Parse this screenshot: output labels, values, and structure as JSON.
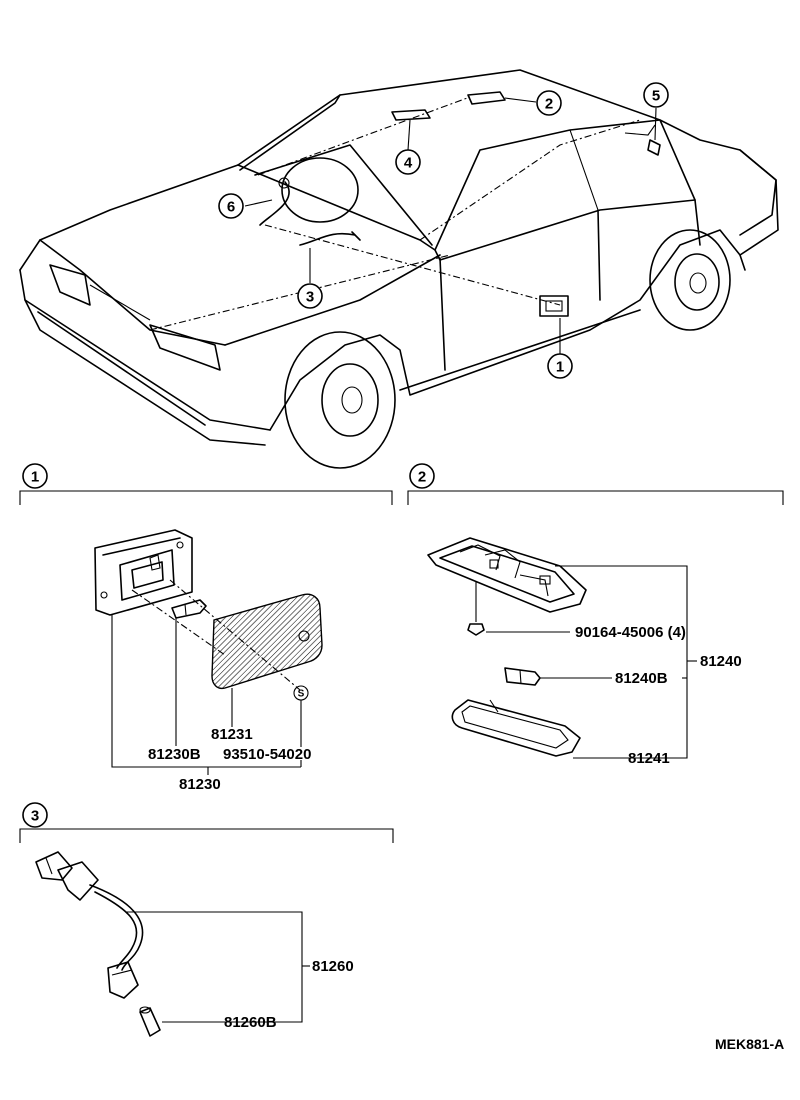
{
  "callouts": {
    "c1": "1",
    "c2": "2",
    "c3": "3",
    "c4": "4",
    "c5": "5",
    "c6": "6"
  },
  "sections": {
    "s1": "1",
    "s2": "2",
    "s3": "3"
  },
  "parts": {
    "p81231": "81231",
    "p81230B": "81230B",
    "p93510": "93510-54020",
    "p81230": "81230",
    "screw_s": "S",
    "p90164": "90164-45006 (4)",
    "p81240B": "81240B",
    "p81240": "81240",
    "p81241": "81241",
    "p81260": "81260",
    "p81260B": "81260B"
  },
  "diagram_code": "MEK881-A"
}
